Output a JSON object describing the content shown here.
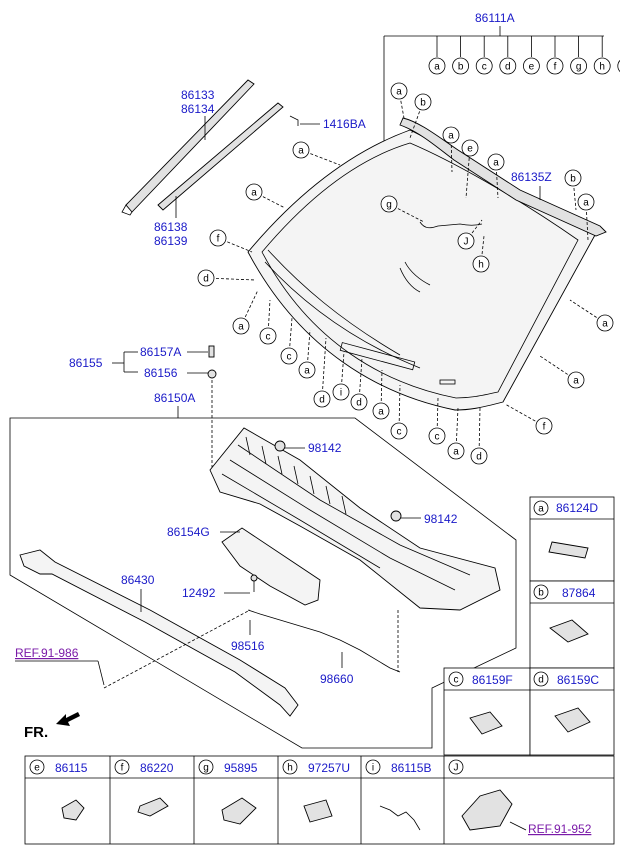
{
  "diagram": {
    "top_labels": {
      "p86111A": "86111A",
      "p86133": "86133",
      "p86134": "86134",
      "p1416BA": "1416BA",
      "p86138": "86138",
      "p86139": "86139",
      "p86135Z": "86135Z",
      "p86155": "86155",
      "p86157A": "86157A",
      "p86156": "86156",
      "p86150A": "86150A"
    },
    "cowl_labels": {
      "p98142a": "98142",
      "p98142b": "98142",
      "p86154G": "86154G",
      "p86430": "86430",
      "p12492": "12492",
      "p98516": "98516",
      "p98660": "98660"
    },
    "refs": {
      "ref_left": "REF.91-986",
      "ref_right": "REF.91-952"
    },
    "front_label": "FR.",
    "legend_side": [
      {
        "letter": "a",
        "part": "86124D"
      },
      {
        "letter": "b",
        "part": "87864"
      },
      {
        "letter": "c",
        "part": "86159F"
      },
      {
        "letter": "d",
        "part": "86159C"
      }
    ],
    "legend_bottom": [
      {
        "letter": "e",
        "part": "86115"
      },
      {
        "letter": "f",
        "part": "86220"
      },
      {
        "letter": "g",
        "part": "95895"
      },
      {
        "letter": "h",
        "part": "97257U"
      },
      {
        "letter": "i",
        "part": "86115B"
      },
      {
        "letter": "J",
        "part": ""
      }
    ],
    "letters": {
      "a": "a",
      "b": "b",
      "c": "c",
      "d": "d",
      "e": "e",
      "f": "f",
      "g": "g",
      "h": "h",
      "i": "i",
      "J": "J"
    }
  }
}
